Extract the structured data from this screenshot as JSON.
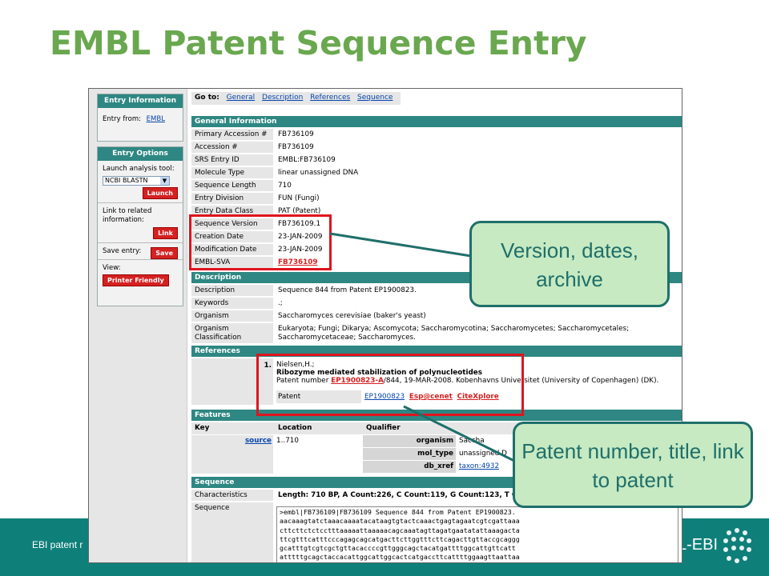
{
  "slide": {
    "title": "EMBL Patent Sequence Entry",
    "footer_text": "EBI patent r",
    "footer_logo": "L-EBI"
  },
  "sidebar": {
    "entry_info_title": "Entry Information",
    "entry_from_label": "Entry from:",
    "entry_from_link": "EMBL",
    "entry_options_title": "Entry Options",
    "launch_label": "Launch analysis tool:",
    "tool_selected": "NCBI BLASTN",
    "launch_button": "Launch",
    "link_label": "Link to related information:",
    "link_button": "Link",
    "save_label": "Save entry:",
    "save_button": "Save",
    "view_label": "View:",
    "printer_button": "Printer Friendly"
  },
  "goto": {
    "label": "Go to:",
    "links": [
      "General",
      "Description",
      "References",
      "Sequence"
    ]
  },
  "general": {
    "header": "General Information",
    "rows": [
      {
        "k": "Primary Accession #",
        "v": "FB736109"
      },
      {
        "k": "Accession #",
        "v": "FB736109"
      },
      {
        "k": "SRS Entry ID",
        "v": "EMBL:FB736109"
      },
      {
        "k": "Molecule Type",
        "v": "linear unassigned DNA"
      },
      {
        "k": "Sequence Length",
        "v": "710"
      },
      {
        "k": "Entry Division",
        "v": "FUN (Fungi)"
      },
      {
        "k": "Entry Data Class",
        "v": "PAT (Patent)"
      },
      {
        "k": "Sequence Version",
        "v": "FB736109.1"
      },
      {
        "k": "Creation Date",
        "v": "23-JAN-2009"
      },
      {
        "k": "Modification Date",
        "v": "23-JAN-2009"
      },
      {
        "k": "EMBL-SVA",
        "v": "FB736109"
      }
    ]
  },
  "description": {
    "header": "Description",
    "rows": [
      {
        "k": "Description",
        "v": "Sequence 844 from Patent EP1900823."
      },
      {
        "k": "Keywords",
        "v": ".;"
      },
      {
        "k": "Organism",
        "v": "Saccharomyces cerevisiae (baker's yeast)"
      },
      {
        "k": "Organism",
        "k2": "Classification",
        "v": "Eukaryota; Fungi; Dikarya; Ascomycota; Saccharomycotina; Saccharomycetes; Saccharomycetales;",
        "v2": "Saccharomycetaceae; Saccharomyces."
      }
    ]
  },
  "references": {
    "header": "References",
    "num": "1.",
    "author": "Nielsen,H.;",
    "title": "Ribozyme mediated stabilization of polynucleotides",
    "patent_prefix": "Patent number ",
    "patent_link": "EP1900823-A",
    "patent_suffix": "/844, 19-MAR-2008. Kobenhavns Universitet (University of Copenhagen) (DK).",
    "patent_label": "Patent",
    "links": [
      "EP1900823",
      "Esp@cenet",
      "CiteXplore"
    ]
  },
  "features": {
    "header": "Features",
    "col_key": "Key",
    "col_location": "Location",
    "col_qualifier": "Qualifier",
    "key": "source",
    "location": "1..710",
    "qualifiers": [
      {
        "k": "organism",
        "v": "Saccha"
      },
      {
        "k": "mol_type",
        "v": "unassigned D"
      },
      {
        "k": "db_xref",
        "v": "taxon:4932"
      }
    ]
  },
  "sequence": {
    "header": "Sequence",
    "char_label": "Characteristics",
    "char_value": "Length: 710 BP, A Count:226, C Count:119, G Count:123, T Cou",
    "seq_label": "Sequence",
    "lines": [
      ">embl|FB736109|FB736109 Sequence 844 from Patent EP1900823.",
      "aacaaagtatctaaacaaaatacataagtgtactcaaactgagtagaatcgtcgattaaa",
      "cttcttctctcctttaaaaattaaaaacagcaaatagttagatgaatatattaaagacta",
      "ttcgtttcatttcccagagcagcatgacttcttggtttcttcagacttgttaccgcaggg",
      "gcatttgtcgtcgctgttacaccccgttgggcagctacatgattttggcattgttcatt",
      "atttttgcagctaccacattggcattggcactcatgaccttcattttggaagttaattaa"
    ]
  },
  "callouts": {
    "version": "Version, dates, archive",
    "patent": "Patent number, title, link to patent"
  },
  "colors": {
    "title_green": "#6aa84f",
    "teal": "#2e8782",
    "highlight_red": "#e0141e",
    "callout_fill": "#c7eac2"
  }
}
